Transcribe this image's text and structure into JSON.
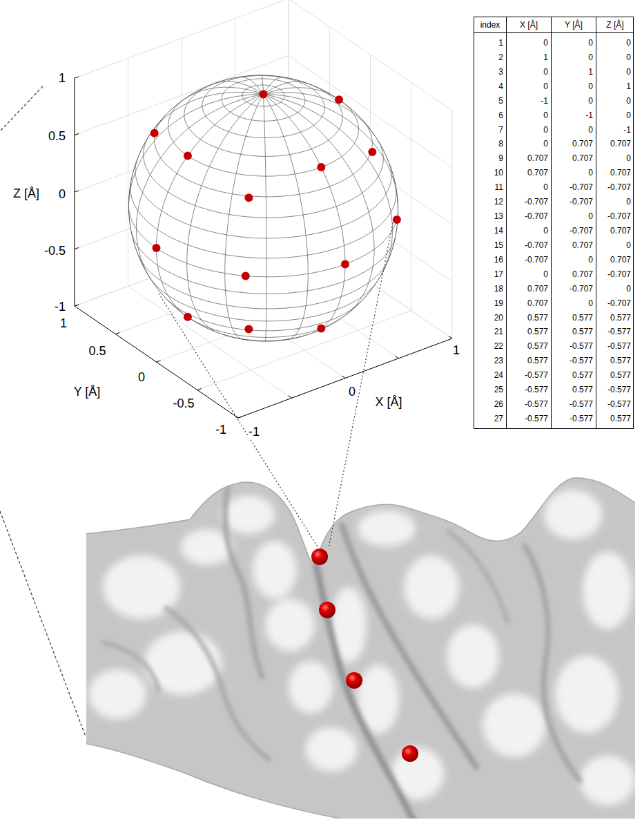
{
  "diagram": {
    "labels": [
      "1",
      "0.5",
      "Z [Å]",
      "0",
      "-0.5",
      "-1",
      "1",
      "0.5",
      "0",
      "Y [Å]",
      "-0.5",
      "-1",
      "-1",
      "0",
      "1",
      "X [Å]",
      "index",
      "X [Å]",
      "Y [Å]",
      "Z [Å]",
      "1",
      "0",
      "0",
      "0",
      "2",
      "1",
      "0",
      "0",
      "3",
      "0",
      "1",
      "0",
      "4",
      "0",
      "0",
      "1",
      "5",
      "-1",
      "0",
      "0",
      "6",
      "0",
      "-1",
      "0",
      "7",
      "0",
      "0",
      "-1",
      "8",
      "0",
      "0.707",
      "0.707",
      "9",
      "0.707",
      "0.707",
      "0",
      "10",
      "0.707",
      "0",
      "0.707",
      "11",
      "0",
      "-0.707",
      "-0.707",
      "12",
      "-0.707",
      "-0.707",
      "0",
      "13",
      "-0.707",
      "0",
      "-0.707",
      "14",
      "0",
      "-0.707",
      "0.707",
      "15",
      "-0.707",
      "0.707",
      "0",
      "16",
      "-0.707",
      "0",
      "0.707",
      "17",
      "0",
      "0.707",
      "-0.707",
      "18",
      "0.707",
      "-0.707",
      "0",
      "19",
      "0.707",
      "0",
      "-0.707",
      "20",
      "0.577",
      "0.577",
      "0.577",
      "21",
      "0.577",
      "0.577",
      "-0.577",
      "22",
      "0.577",
      "-0.577",
      "-0.577",
      "23",
      "0.577",
      "-0.577",
      "0.577",
      "24",
      "-0.577",
      "0.577",
      "0.577",
      "25",
      "-0.577",
      "0.577",
      "-0.577",
      "26",
      "-0.577",
      "-0.577",
      "-0.577",
      "27",
      "-0.577",
      "-0.577",
      "0.577"
    ]
  }
}
